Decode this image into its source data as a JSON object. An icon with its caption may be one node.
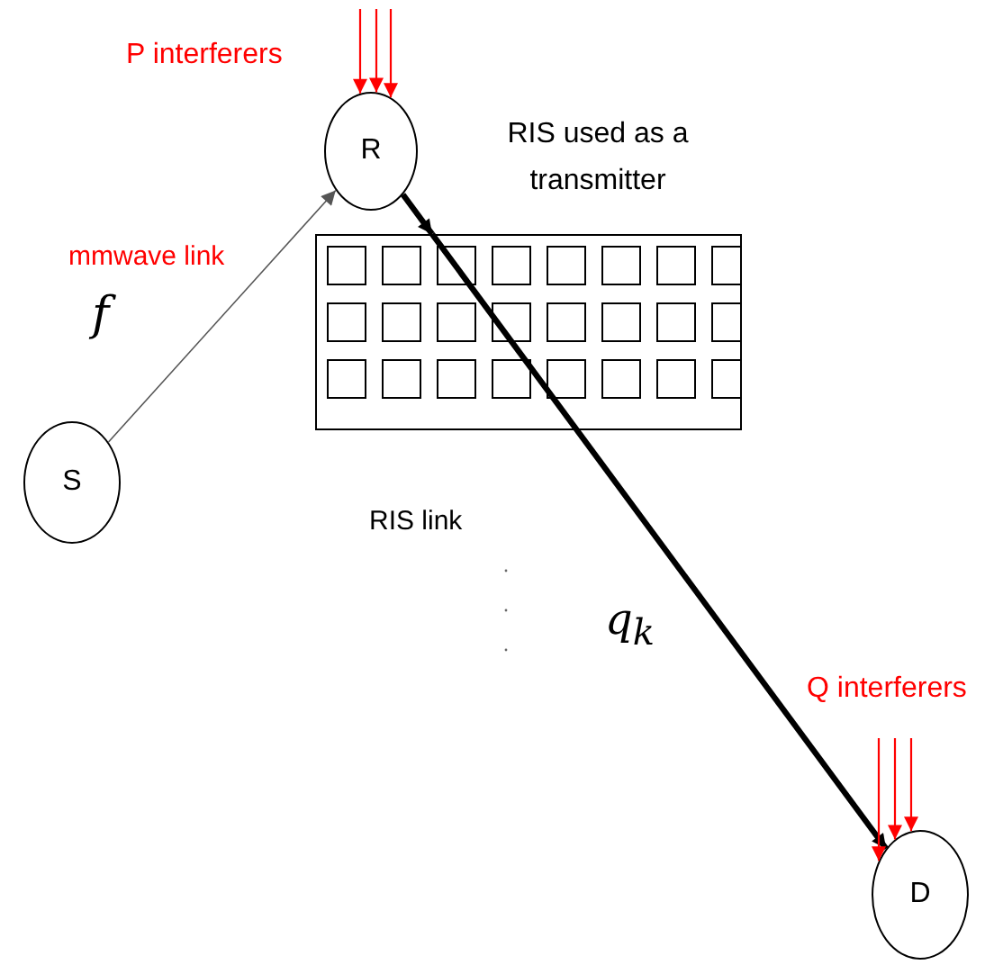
{
  "diagram": {
    "nodes": [
      {
        "text": [
          "R"
        ]
      },
      {
        "text": [],
        "shape": "box",
        "beside": [
          "RIS used as a transmitter"
        ]
      },
      {
        "text": [
          "S"
        ]
      },
      {
        "text": [
          "D"
        ]
      }
    ],
    "edges": [
      {
        "from": 2,
        "to": 0,
        "arrow": "to",
        "color": "#555555"
      },
      {
        "from": 0,
        "to": 1,
        "arrow": "to",
        "style": "thick",
        "color": "#000000"
      },
      {
        "from": 1,
        "to": 3,
        "arrow": "to",
        "style": "thick",
        "color": "#000000"
      },
      {
        "from": null,
        "to": 0,
        "arrow": "to"
      },
      {
        "from": null,
        "to": 0,
        "arrow": "to"
      },
      {
        "from": null,
        "to": 0,
        "arrow": "to"
      },
      {
        "from": null,
        "to": 3,
        "arrow": "to"
      },
      {
        "from": null,
        "to": 3,
        "arrow": "to"
      },
      {
        "from": null,
        "to": 3,
        "arrow": "to"
      }
    ],
    "labels": [
      "P interferers",
      "mmwave link",
      "f",
      "RIS link",
      "q$_{k}$",
      "Q interferers"
    ]
  }
}
